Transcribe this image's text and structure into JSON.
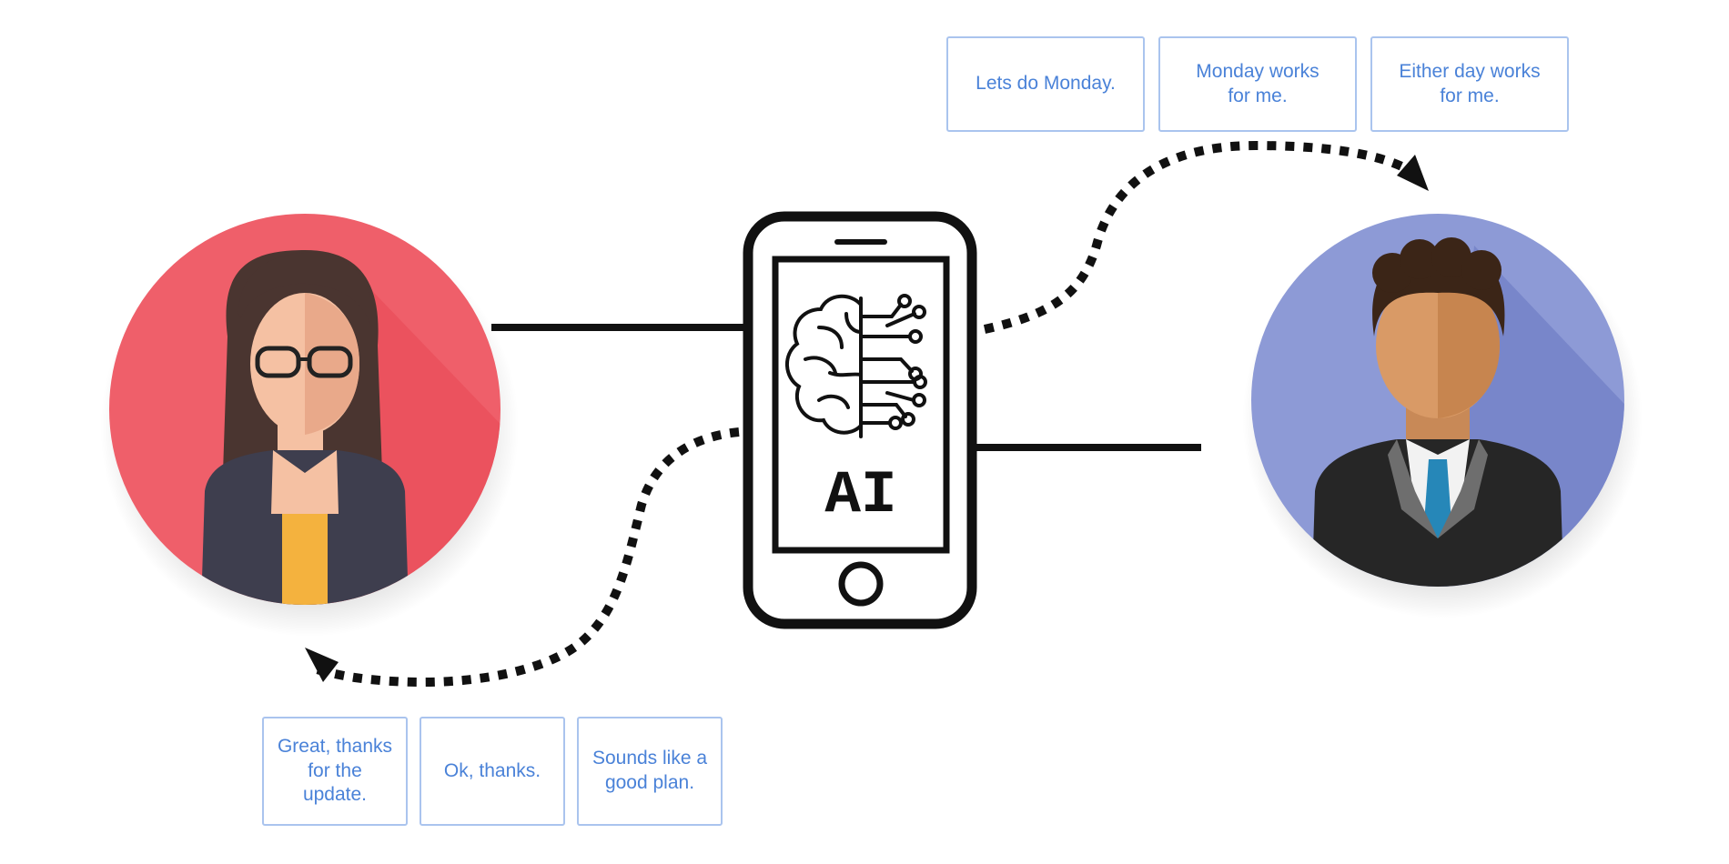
{
  "phone": {
    "label": "AI"
  },
  "suggestions_to_man": [
    "Lets do Monday.",
    "Monday works\nfor me.",
    "Either day works\nfor me."
  ],
  "suggestions_to_woman": [
    "Great, thanks\nfor the\nupdate.",
    "Ok, thanks.",
    "Sounds like a\ngood plan."
  ],
  "colors": {
    "woman_circle": "#ef5f6a",
    "man_circle": "#8d9ad6",
    "reply_text": "#4a82d8",
    "reply_border": "#aac4ee",
    "line": "#111111"
  },
  "icons": [
    "woman-avatar-icon",
    "man-avatar-icon",
    "smartphone-icon",
    "brain-circuit-icon"
  ]
}
